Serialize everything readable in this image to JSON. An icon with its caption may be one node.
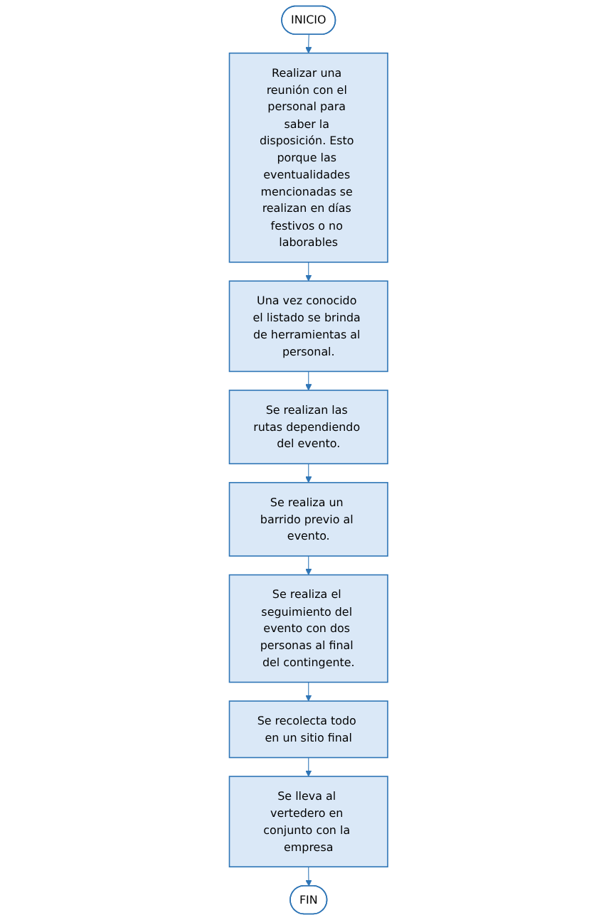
{
  "diagram": {
    "nodes": [
      {
        "text": [
          "INICIO"
        ]
      },
      {
        "text": [
          "Realizar una reunión con el personal para saber la disposición. Esto porque las eventualidades mencionadas se realizan en días festivos o no laborables"
        ]
      },
      {
        "text": [
          "Una vez conocido el listado se brinda de herramientas al personal."
        ]
      },
      {
        "text": [
          "Se realizan las rutas dependiendo del evento."
        ]
      },
      {
        "text": [
          "Se realiza un barrido previo al evento."
        ]
      },
      {
        "text": [
          "Se realiza el seguimiento del evento con dos personas al final del contingente."
        ]
      },
      {
        "text": [
          "Se recolecta todo en un sitio final"
        ]
      },
      {
        "text": [
          "Se lleva al vertedero en conjunto con la empresa"
        ]
      },
      {
        "text": [
          "FIN"
        ]
      }
    ],
    "edges": [
      {
        "from": 0,
        "to": 1,
        "arrow": "to"
      },
      {
        "from": 1,
        "to": 2,
        "arrow": "to"
      },
      {
        "from": 2,
        "to": 3,
        "arrow": "to"
      },
      {
        "from": 3,
        "to": 4,
        "arrow": "to"
      },
      {
        "from": 4,
        "to": 5,
        "arrow": "to"
      },
      {
        "from": 5,
        "to": 6,
        "arrow": "to"
      },
      {
        "from": 6,
        "to": 7,
        "arrow": "to"
      },
      {
        "from": 7,
        "to": 8,
        "arrow": "to"
      }
    ]
  }
}
